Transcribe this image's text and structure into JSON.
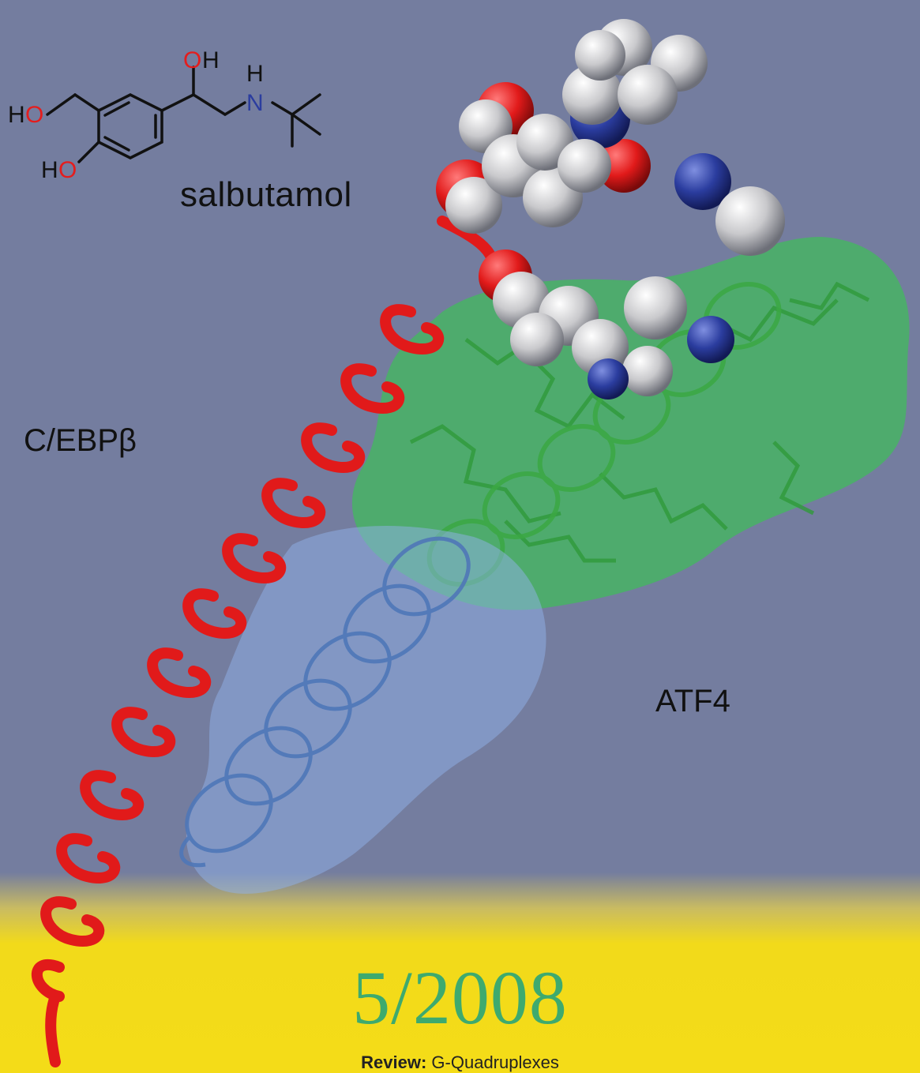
{
  "molecule": {
    "name": "salbutamol",
    "atoms": {
      "oh_top": "OH",
      "h_top": "H",
      "n": "N",
      "ho_left": "HO",
      "ho_bottom": "HO"
    }
  },
  "labels": {
    "cebp": "C/EBPβ",
    "atf4": "ATF4"
  },
  "issue": "5/2008",
  "review": {
    "label": "Review:",
    "topic": "G-Quadruplexes"
  },
  "colors": {
    "background": "#747d9f",
    "footer_yellow": "#f4dc18",
    "helix_red": "#e11a1a",
    "helix_blue": "#5f86c4",
    "helix_green": "#3fbf4a",
    "oxygen": "#e41d1d",
    "nitrogen": "#2b3d9f",
    "issue_text": "#3eaa6e"
  }
}
